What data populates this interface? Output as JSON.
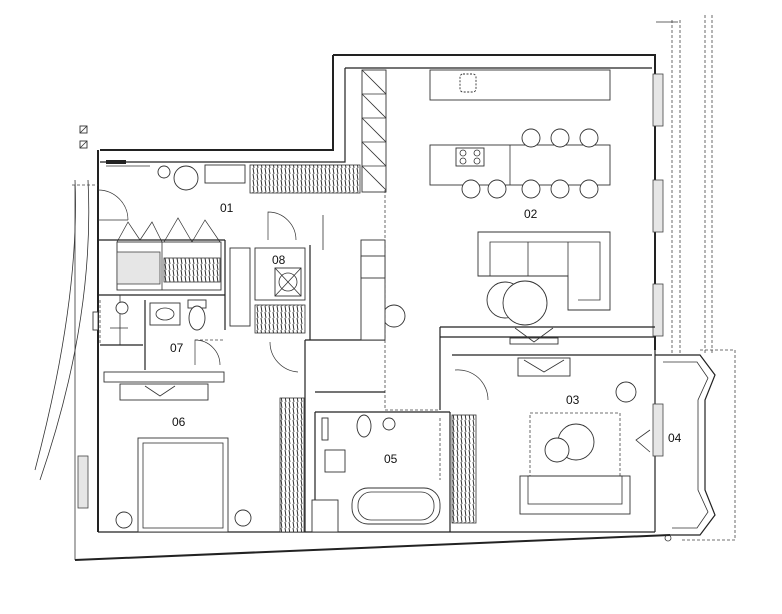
{
  "rooms": {
    "r01": "01",
    "r02": "02",
    "r03": "03",
    "r04": "04",
    "r05": "05",
    "r06": "06",
    "r07": "07",
    "r08": "08"
  }
}
